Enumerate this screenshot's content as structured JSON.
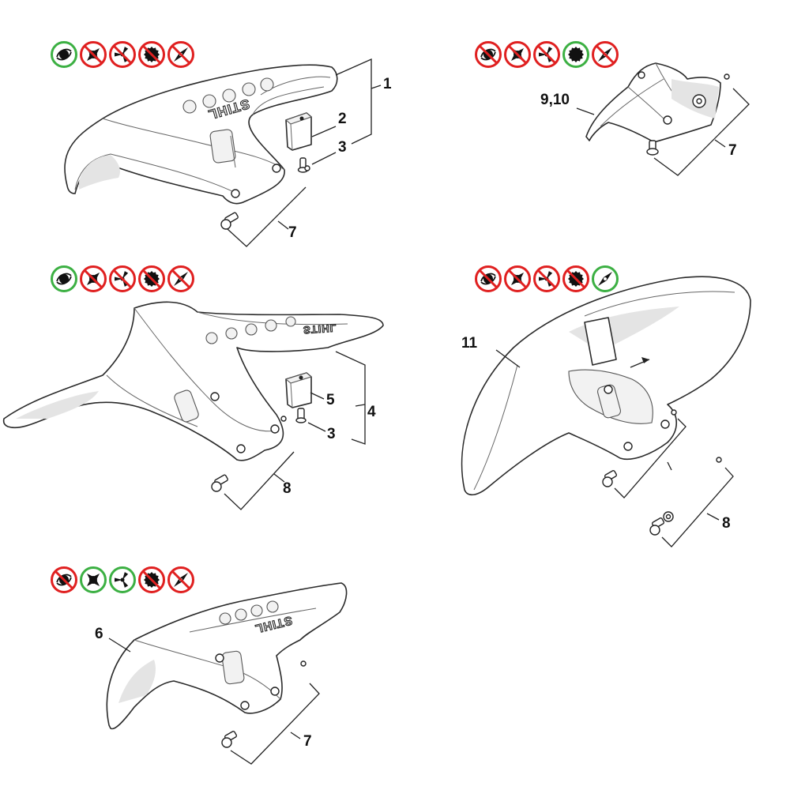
{
  "brand_text": "STIHL",
  "colors": {
    "allowed": "#3cb043",
    "forbidden": "#e02020",
    "icon_fill": "#111111"
  },
  "groups": [
    {
      "id": "group-1",
      "icons": [
        {
          "name": "mowing-head-icon",
          "status": "allowed"
        },
        {
          "name": "polycut-head-icon",
          "status": "forbidden"
        },
        {
          "name": "three-blade-icon",
          "status": "forbidden"
        },
        {
          "name": "saw-blade-icon",
          "status": "forbidden"
        },
        {
          "name": "two-blade-icon",
          "status": "forbidden"
        }
      ],
      "labels": [
        "1",
        "2",
        "3",
        "7"
      ]
    },
    {
      "id": "group-2",
      "icons": [
        {
          "name": "mowing-head-icon",
          "status": "forbidden"
        },
        {
          "name": "polycut-head-icon",
          "status": "forbidden"
        },
        {
          "name": "three-blade-icon",
          "status": "forbidden"
        },
        {
          "name": "saw-blade-icon",
          "status": "allowed"
        },
        {
          "name": "two-blade-icon",
          "status": "forbidden"
        }
      ],
      "labels": [
        "9,10",
        "7"
      ]
    },
    {
      "id": "group-3",
      "icons": [
        {
          "name": "mowing-head-icon",
          "status": "allowed"
        },
        {
          "name": "polycut-head-icon",
          "status": "forbidden"
        },
        {
          "name": "three-blade-icon",
          "status": "forbidden"
        },
        {
          "name": "saw-blade-icon",
          "status": "forbidden"
        },
        {
          "name": "two-blade-icon",
          "status": "forbidden"
        }
      ],
      "labels": [
        "5",
        "4",
        "3",
        "8"
      ]
    },
    {
      "id": "group-4",
      "icons": [
        {
          "name": "mowing-head-icon",
          "status": "forbidden"
        },
        {
          "name": "polycut-head-icon",
          "status": "forbidden"
        },
        {
          "name": "three-blade-icon",
          "status": "forbidden"
        },
        {
          "name": "saw-blade-icon",
          "status": "forbidden"
        },
        {
          "name": "two-blade-icon",
          "status": "allowed"
        }
      ],
      "labels": [
        "11",
        "8"
      ]
    },
    {
      "id": "group-5",
      "icons": [
        {
          "name": "mowing-head-icon",
          "status": "forbidden"
        },
        {
          "name": "polycut-head-icon",
          "status": "allowed"
        },
        {
          "name": "three-blade-icon",
          "status": "allowed"
        },
        {
          "name": "saw-blade-icon",
          "status": "forbidden"
        },
        {
          "name": "two-blade-icon",
          "status": "forbidden"
        }
      ],
      "labels": [
        "6",
        "7"
      ]
    }
  ]
}
